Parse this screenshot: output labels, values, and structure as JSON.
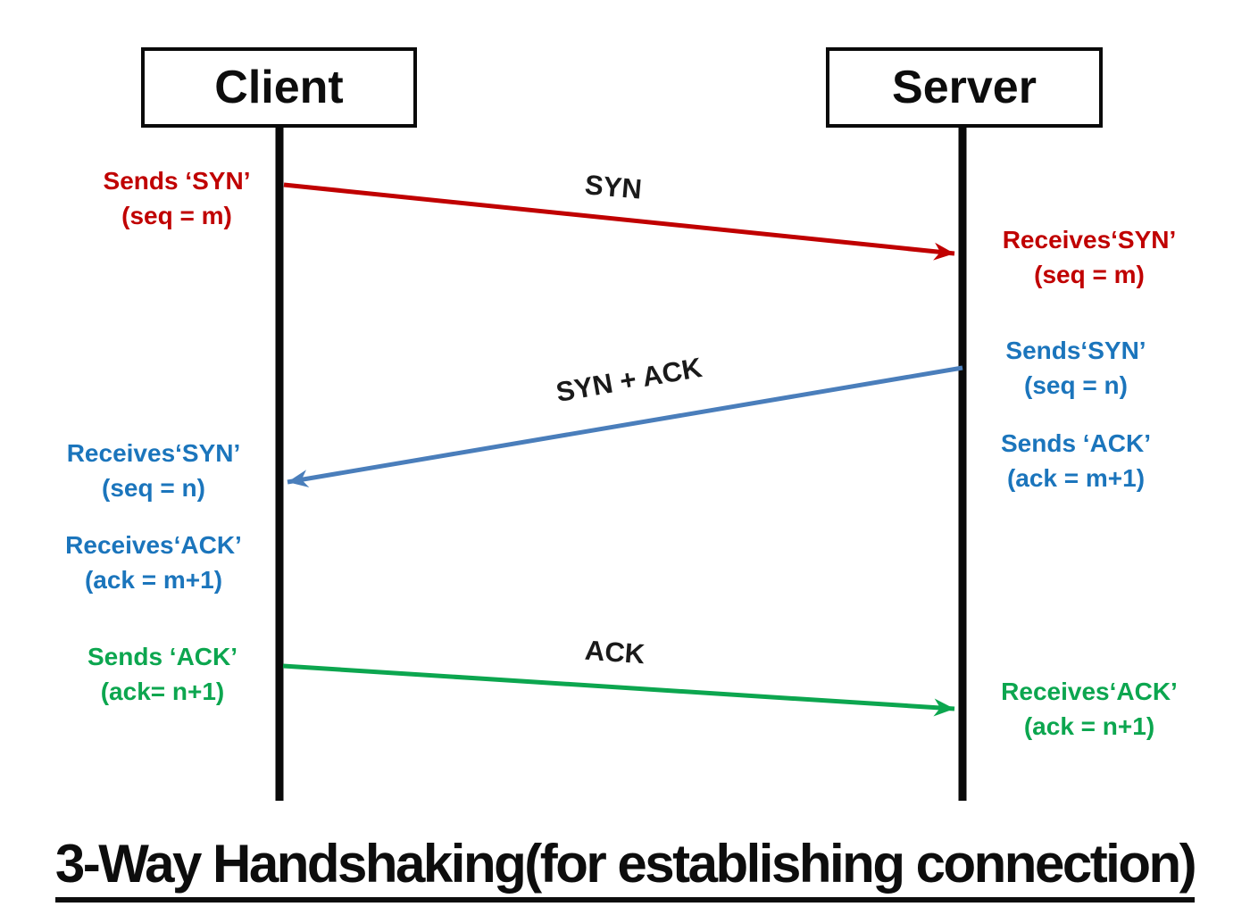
{
  "title": "3-Way Handshaking(for establishing connection)",
  "entities": {
    "client": "Client",
    "server": "Server"
  },
  "messages": {
    "syn": "SYN",
    "syn_ack": "SYN + ACK",
    "ack": "ACK"
  },
  "labels": {
    "client_sends_syn": {
      "line1": "Sends ‘SYN’",
      "line2": "(seq = m)"
    },
    "server_receives_syn": {
      "line1": "Receives‘SYN’",
      "line2": "(seq = m)"
    },
    "server_sends_syn": {
      "line1": "Sends‘SYN’",
      "line2": "(seq = n)"
    },
    "server_sends_ack": {
      "line1": "Sends ‘ACK’",
      "line2": "(ack = m+1)"
    },
    "client_receives_syn": {
      "line1": "Receives‘SYN’",
      "line2": "(seq = n)"
    },
    "client_receives_ack": {
      "line1": "Receives‘ACK’",
      "line2": "(ack = m+1)"
    },
    "client_sends_ack": {
      "line1": "Sends ‘ACK’",
      "line2": "(ack= n+1)"
    },
    "server_receives_ack": {
      "line1": "Receives‘ACK’",
      "line2": "(ack = n+1)"
    }
  },
  "colors": {
    "red": "#c00000",
    "blue": "#1b75bc",
    "blue_line": "#4a7ebb",
    "green": "#0ca64f",
    "line_black": "#0a0a0a"
  }
}
